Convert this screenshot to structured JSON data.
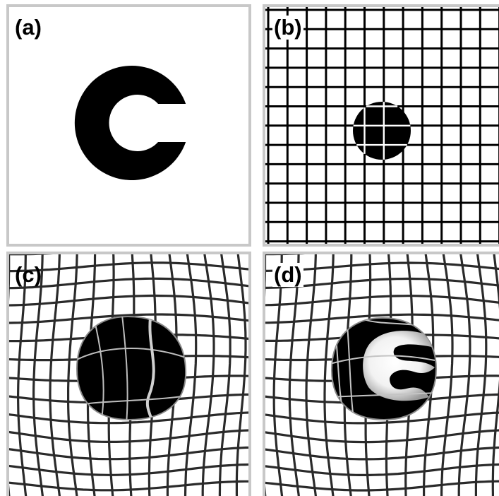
{
  "panels": {
    "a": {
      "label": "(a)"
    },
    "b": {
      "label": "(b)"
    },
    "c": {
      "label": "(c)"
    },
    "d": {
      "label": "(d)"
    }
  },
  "colors": {
    "ink": "#000000",
    "frame": "#c8c8c8",
    "background": "#ffffff",
    "grid_gray": "#6a6a6a"
  }
}
